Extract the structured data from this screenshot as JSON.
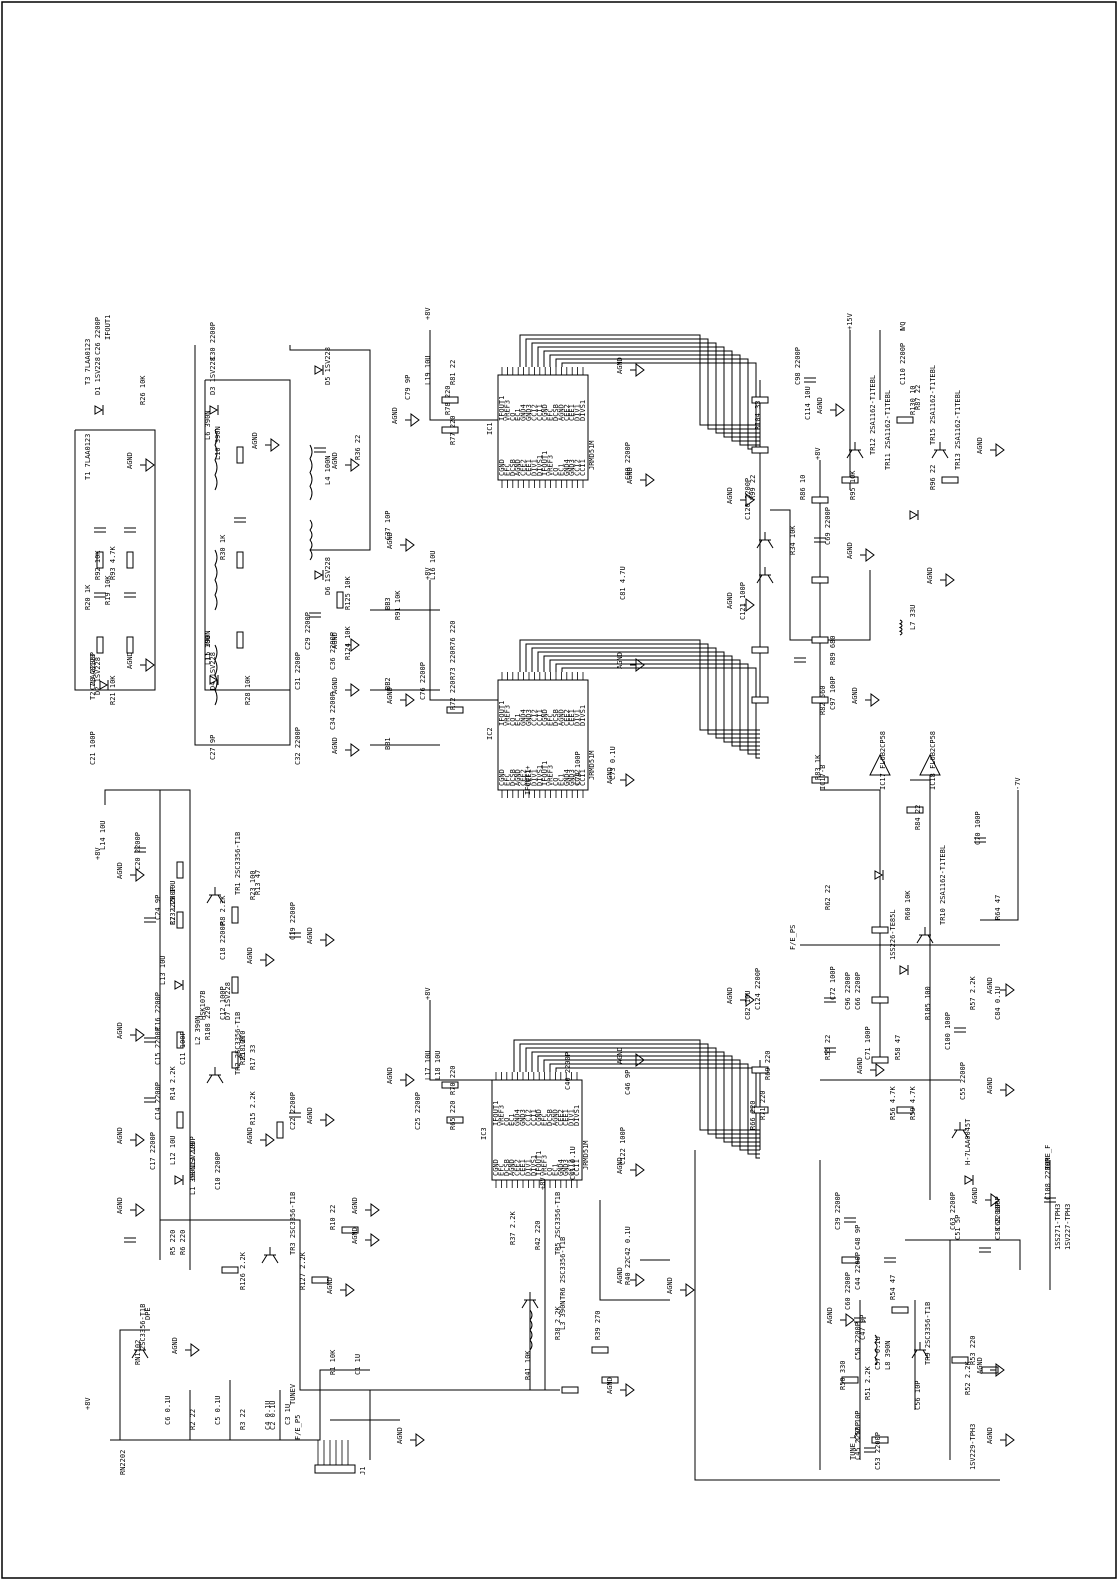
{
  "schematic": {
    "net_labels": [
      "IFOUT1",
      "IFOUT1+",
      "+8V",
      "+15V",
      "VQ",
      "-7V",
      "F/E_PS",
      "F/E_P5",
      "BB1",
      "BB2",
      "BB3",
      "TUNE_L",
      "TUNE_F",
      "TUNEV",
      "DPE",
      "AGND",
      "IC17-B"
    ],
    "ics": [
      {
        "ref": "IC1",
        "part": "JRMD51M"
      },
      {
        "ref": "IC2",
        "part": "JRMD51M"
      },
      {
        "ref": "IC3",
        "part": "JRMD51M"
      }
    ],
    "ic_pins": [
      "IFOUT1",
      "VREF3",
      "CO",
      "EC1",
      "GND4",
      "GND3",
      "CCI2",
      "CCI1",
      "CGND",
      "EFC",
      "DCSB",
      "AGND",
      "CEE2",
      "CEE1",
      "DIV1",
      "DIVS1"
    ],
    "transistors": [
      "TR1 2SC3356-T1B",
      "TR2 2SC3356-T1B",
      "TR3 2SC3356-T1B",
      "TR5 2SC3356-T1B",
      "TR6 2SC3356-T1B",
      "TR9 2SC3356-T1B",
      "TR10 2SA1162-T1TEBL",
      "TR11 2SA1162-T1TEBL",
      "TR12 2SA1162-T1TEBL",
      "TR13 2SA1162-T1TEBL",
      "TR15 2SA1162-T1TEBL",
      "RN1102"
    ],
    "opamps": [
      "IC17 FLOB2CP58",
      "IC18 FLOB2CP58"
    ],
    "diodes": [
      "D1 1SV228",
      "D2 1SV228",
      "D3 1SV228",
      "D4 1SV228",
      "D5 1SV228",
      "D6 1SV228",
      "D7 1SV228",
      "D8 1SV228",
      "1SS226-TE85L",
      "1SS271-TPH3",
      "H-7LAA0045T",
      "HSK107B"
    ],
    "transformers": [
      "T1 7LAA0123",
      "T2 7LAA0123",
      "T3 7LAA0123"
    ],
    "resistors": [
      "R1 10K",
      "R2 22",
      "R3 22",
      "R5 220",
      "R6 220",
      "R7 2.2K",
      "R8 2.2K",
      "R10 22",
      "R13 47",
      "R14 2.2K",
      "R15 2.2K",
      "R17 33",
      "R18 270",
      "R19 10K",
      "R20 1K",
      "R21 10K",
      "R23 100",
      "R25 10K",
      "R26 10K",
      "R28 10K",
      "R30 1K",
      "R34 10K",
      "R36 22",
      "R37 2.2K",
      "R38 2.2K",
      "R39 270",
      "R40 22",
      "R41 10K",
      "R42 220",
      "R50 330",
      "R51 2.2K",
      "R52 2.2K",
      "R53 220",
      "R54 47",
      "R55 22",
      "R56 4.7K",
      "R57 2.2K",
      "R58 47",
      "R59 4.7K",
      "R60 10K",
      "R62 22",
      "R64 47",
      "R65 220",
      "R66 220",
      "R69 220",
      "R70 220",
      "R71 220",
      "R72 220",
      "R73 220",
      "R76 220",
      "R77 220",
      "R78 220",
      "R81 22",
      "R82 560",
      "R83 1K",
      "R84 22",
      "R86 10",
      "R87 22",
      "R89 680",
      "R91 10K",
      "R92 10K",
      "R93 4.7K",
      "R95 10K",
      "R96 22",
      "R99 22",
      "R104 33",
      "R105 100",
      "R108 220",
      "R124 10K",
      "R125 10K",
      "R126 2.2K",
      "R127 2.2K",
      "R130 10"
    ],
    "capacitors": [
      "C1 1U",
      "C2 0.1U",
      "C3 1U",
      "C4 0.1U",
      "C5 0.1U",
      "C6 0.1U",
      "C10 2200P",
      "C11 100P",
      "C12 100P",
      "C13 100P",
      "C14 2200P",
      "C15 2200P",
      "C16 2200P",
      "C17 2200P",
      "C18 2200P",
      "C19 2200P",
      "C20 2200P",
      "C21 100P",
      "C22 2200P",
      "C23 2200P",
      "C24 9P",
      "C25 2200P",
      "C26 2200P",
      "C27 9P",
      "C28 2200P",
      "C29 2200P",
      "C30 2200P",
      "C31 2200P",
      "C32 2200P",
      "C34 2200P",
      "C36 2200P",
      "C37 10P",
      "C38 2200P",
      "C39 2200P",
      "C40 2200P",
      "C41 0.1U",
      "C42 0.1U",
      "C44 2200P",
      "C45 2200P",
      "C46 9P",
      "C47 9P",
      "C48 9P",
      "C51 5P",
      "C52 10P",
      "C53 2200P",
      "C55 2200P",
      "C56 10P",
      "C57 0.1U",
      "C58 2200P",
      "C60 2200P",
      "C63 2200P",
      "C66 2200P",
      "C68 100P",
      "C69 2200P",
      "C70 100P",
      "C71 100P",
      "C72 100P",
      "C73 0.1U",
      "C74 100P",
      "C76 2200P",
      "C79 9P",
      "C80 2200P",
      "C81 4.7U",
      "C82 10U",
      "C84 0.1U",
      "C96 2200P",
      "C97 100P",
      "C98 2200P",
      "C100 100P",
      "C108 2200P",
      "C110 2200P",
      "C114 10U",
      "C120 2200P",
      "C121 100P",
      "C122 100P",
      "C124 2200P"
    ],
    "inductors": [
      "L1 390N",
      "L2 390N",
      "L3 390N",
      "L4 100N",
      "L5 390N",
      "L6 390N",
      "L7 33U",
      "L8 390N",
      "L10 390N",
      "L11 10U",
      "L12 10U",
      "L13 10U",
      "L14 10U",
      "L15 10U",
      "L16 10U",
      "L17 10U",
      "L18 10U",
      "L19 10U"
    ],
    "connectors": [
      "J1",
      "RN2202",
      "2SC3356-T1B",
      "1SV229-TPH3",
      "1SV227-TPH3"
    ]
  }
}
